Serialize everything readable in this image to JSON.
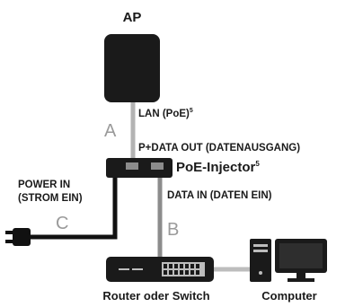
{
  "labels": {
    "ap": "AP",
    "lan_poe": "LAN (PoE)",
    "lan_poe_sup": "5",
    "cable_a": "A",
    "data_out": "P+DATA OUT (DATENAUSGANG)",
    "poe_injector": "PoE-Injector",
    "poe_injector_sup": "5",
    "power_in_line1": "POWER IN",
    "power_in_line2": "(STROM EIN)",
    "data_in": "DATA IN (DATEN EIN)",
    "cable_c": "C",
    "cable_b": "B",
    "router": "Router oder Switch",
    "computer": "Computer"
  }
}
